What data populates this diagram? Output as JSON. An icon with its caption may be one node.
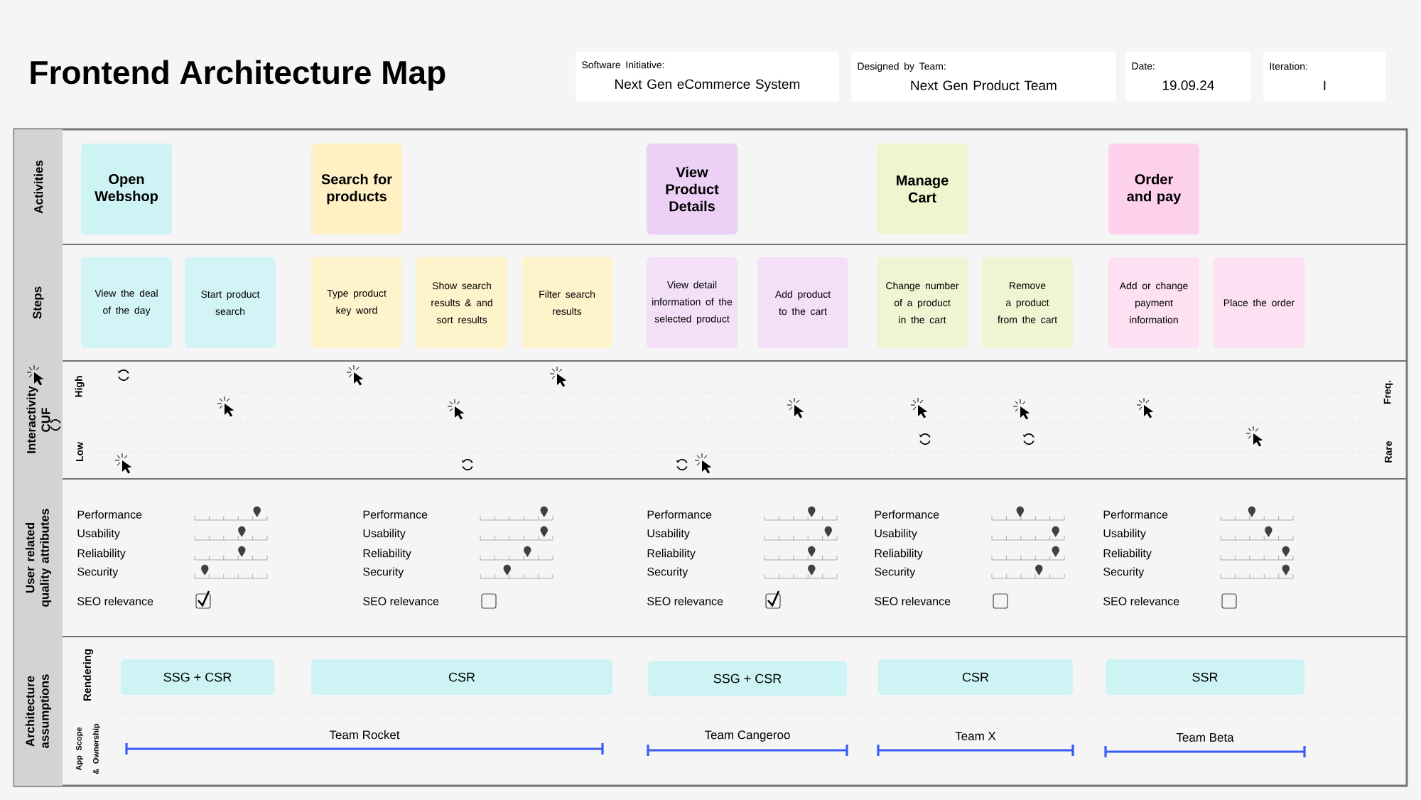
{
  "diagram": {
    "title": "Frontend Architecture Map",
    "nodes": [
      {
        "text": [
          "Software Initiative:",
          "Next Gen eCommerce System"
        ]
      },
      {
        "text": [
          "Designed by Team:",
          "Next Gen Product Team"
        ]
      },
      {
        "text": [
          "Date:",
          "19.09.24"
        ]
      },
      {
        "text": [
          "Iteration:",
          "I"
        ]
      },
      {
        "text": [
          "Activities"
        ]
      },
      {
        "text": [
          "Open Webshop"
        ]
      },
      {
        "text": [
          "Search for products"
        ]
      },
      {
        "text": [
          "View Product Details"
        ]
      },
      {
        "text": [
          "Manage Cart"
        ]
      },
      {
        "text": [
          "Order and pay"
        ]
      },
      {
        "text": [
          "Steps"
        ]
      },
      {
        "text": [
          "View the deal of the day"
        ]
      },
      {
        "text": [
          "Start product search"
        ]
      },
      {
        "text": [
          "Type product key word"
        ]
      },
      {
        "text": [
          "Show search results & and sort results"
        ]
      },
      {
        "text": [
          "Filter search results"
        ]
      },
      {
        "text": [
          "View detail information of the selected product"
        ]
      },
      {
        "text": [
          "Add product to the cart"
        ]
      },
      {
        "text": [
          "Change number of a product in the cart"
        ]
      },
      {
        "text": [
          "Remove a product from the cart"
        ]
      },
      {
        "text": [
          "Add or change payment information"
        ]
      },
      {
        "text": [
          "Place the order"
        ]
      },
      {
        "text": [
          "Interactivity CUF"
        ]
      },
      {
        "text": [
          "User related quality attributes"
        ]
      },
      {
        "text": [
          "Architecture assumptions"
        ]
      },
      {
        "text": [
          "SSG + CSR"
        ]
      },
      {
        "text": [
          "CSR"
        ]
      },
      {
        "text": [
          "SSG + CSR"
        ]
      },
      {
        "text": [
          "CSR"
        ]
      },
      {
        "text": [
          "SSR"
        ]
      }
    ],
    "labels": [
      "High",
      "Freq.",
      "Low",
      "Rare",
      "Performance",
      "Usability",
      "Reliability",
      "Security",
      "SEO relevance",
      "Performance",
      "Usability",
      "Reliability",
      "Security",
      "SEO relevance",
      "Performance",
      "Usability",
      "Reliability",
      "Security",
      "SEO relevance",
      "Performance",
      "Usability",
      "Reliability",
      "Security",
      "SEO relevance",
      "Performance",
      "Usability",
      "Reliability",
      "Security",
      "SEO relevance",
      "Rendering",
      "App Scope & Ownership",
      "Team Rocket",
      "Team Cangeroo",
      "Team X",
      "Team Beta"
    ]
  }
}
